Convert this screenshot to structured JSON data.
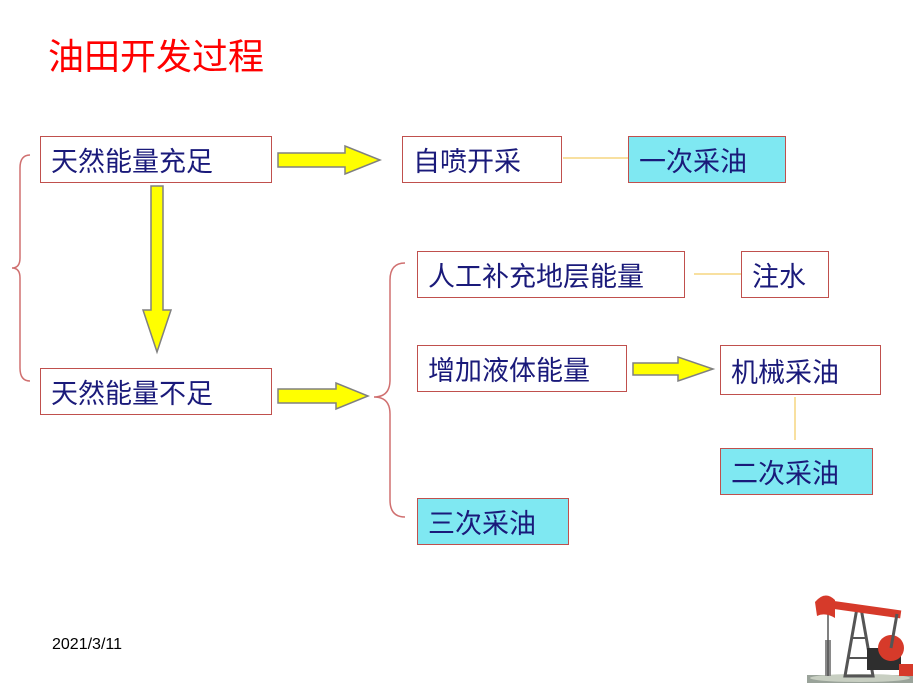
{
  "title": "油田开发过程",
  "date": "2021/3/11",
  "boxes": {
    "energy_sufficient": "天然能量充足",
    "self_spray": "自喷开采",
    "primary": "一次采油",
    "energy_insufficient": "天然能量不足",
    "supplement": "人工补充地层能量",
    "water_injection": "注水",
    "liquid_energy": "增加液体能量",
    "mechanical": "机械采油",
    "secondary": "二次采油",
    "tertiary": "三次采油"
  },
  "colors": {
    "title": "#ff0000",
    "box_border": "#c0504d",
    "box_text": "#1a1a7a",
    "highlight_fill": "#7fe8f2",
    "arrow_fill": "#ffff00",
    "connector": "#f0c040"
  },
  "icons": [
    "pumpjack-icon"
  ]
}
